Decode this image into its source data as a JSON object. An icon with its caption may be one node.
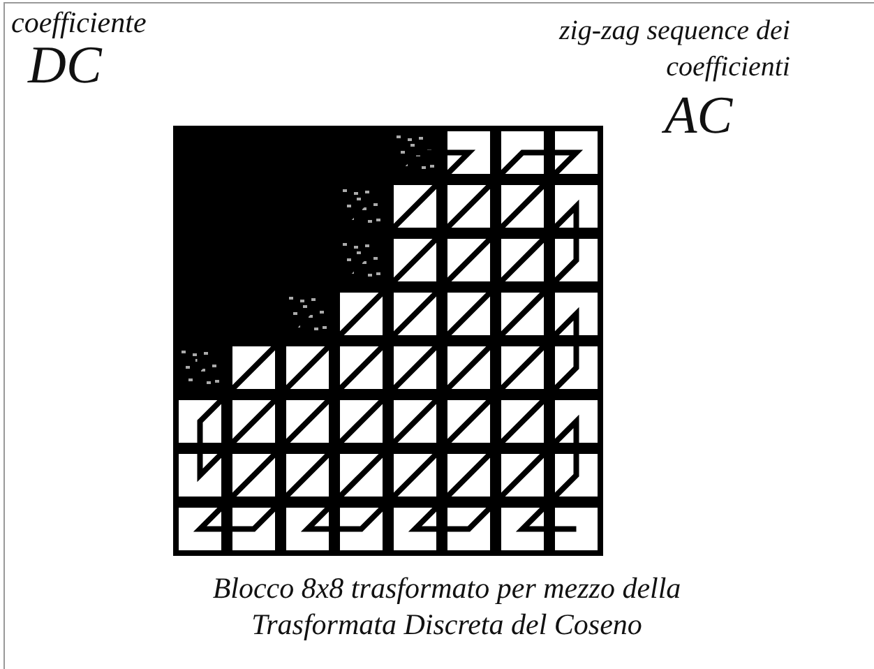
{
  "diagram": {
    "caption": "Blocco 8x8 trasformato per mezzo della Trasformata Discreta del Coseno",
    "labels": [
      "coefficiente",
      "DC",
      "zig-zag sequence dei",
      "coefficienti",
      "AC"
    ]
  }
}
